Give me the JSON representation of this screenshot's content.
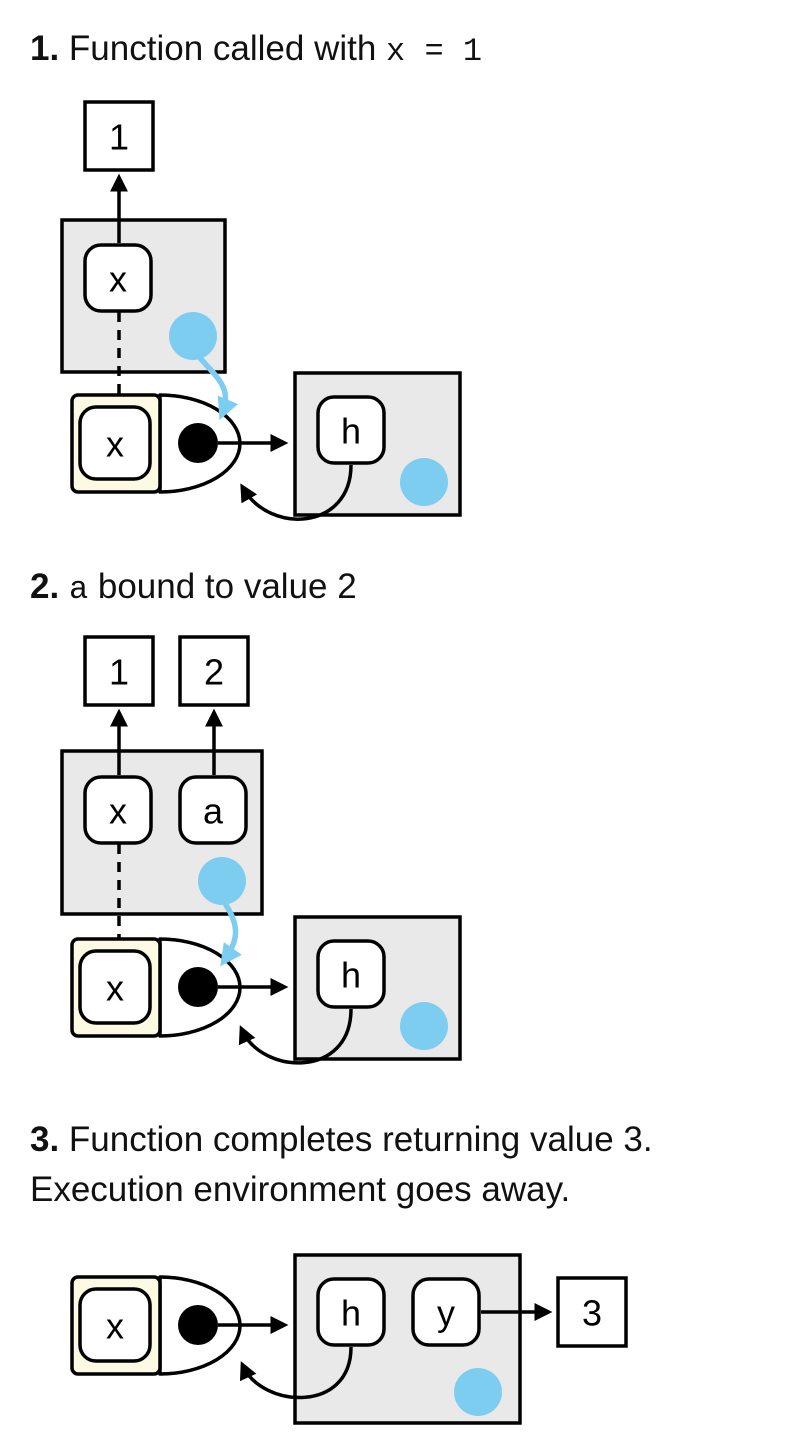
{
  "colors": {
    "stroke": "#000000",
    "env_fill": "#e9e9e9",
    "fn_fill": "#fdfae3",
    "accent_blue": "#7ccdf0",
    "box_fill": "#ffffff"
  },
  "sections": [
    {
      "title": {
        "number": "1.",
        "plain": " Function called with ",
        "code": "x = 1"
      },
      "values": [
        "1"
      ],
      "env_vars": [
        "x"
      ],
      "fn_arg": "x",
      "target_vars": [
        "h"
      ]
    },
    {
      "title": {
        "number": "2.",
        "code": "a",
        "plain": " bound to value 2"
      },
      "values": [
        "1",
        "2"
      ],
      "env_vars": [
        "x",
        "a"
      ],
      "fn_arg": "x",
      "target_vars": [
        "h"
      ]
    },
    {
      "title": {
        "number": "3.",
        "line1": " Function completes returning value 3.",
        "line2": "Execution environment goes away."
      },
      "values": [
        "3"
      ],
      "fn_arg": "x",
      "target_vars": [
        "h",
        "y"
      ]
    }
  ]
}
